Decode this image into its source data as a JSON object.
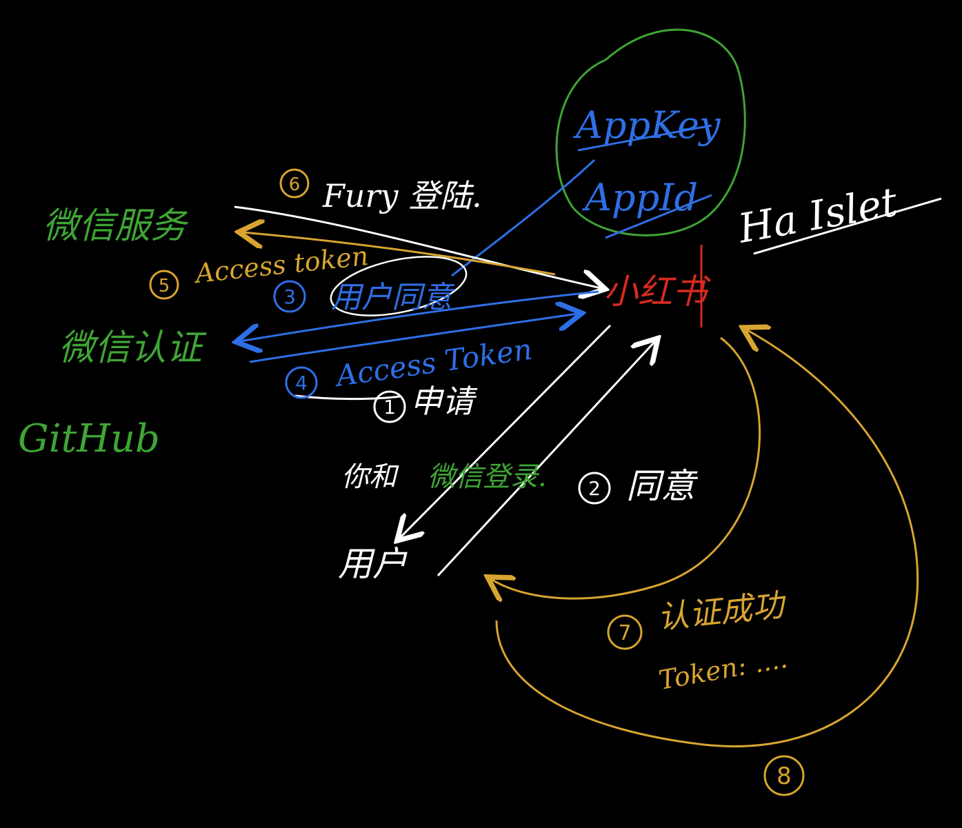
{
  "colors": {
    "white": "#ffffff",
    "green": "#3fa535",
    "blue": "#2f6fe6",
    "gold": "#d8a530",
    "red": "#d62a20"
  },
  "labels": {
    "weixin_service": "微信服务",
    "weixin_auth": "微信认证",
    "github": "GitHub",
    "appkey": "AppKey",
    "appid": "AppId",
    "xiaohongshu": "小红书",
    "ha_islet": "Ha Islet",
    "user": "用户",
    "first_weixin_login_prefix": "你和",
    "first_weixin_login_green": "微信登录."
  },
  "steps": {
    "s1": {
      "num": "1",
      "text": "申请"
    },
    "s2": {
      "num": "2",
      "text": "同意"
    },
    "s3": {
      "num": "3",
      "text": "用户同意"
    },
    "s4": {
      "num": "4",
      "text": "Access Token"
    },
    "s5": {
      "num": "5",
      "text": "Access token"
    },
    "s6": {
      "num": "6",
      "text": "Fury 登陆."
    },
    "s7": {
      "num": "7",
      "text": "认证成功"
    },
    "s7b": {
      "text": "Token: ...."
    },
    "s8": {
      "num": "8"
    }
  }
}
